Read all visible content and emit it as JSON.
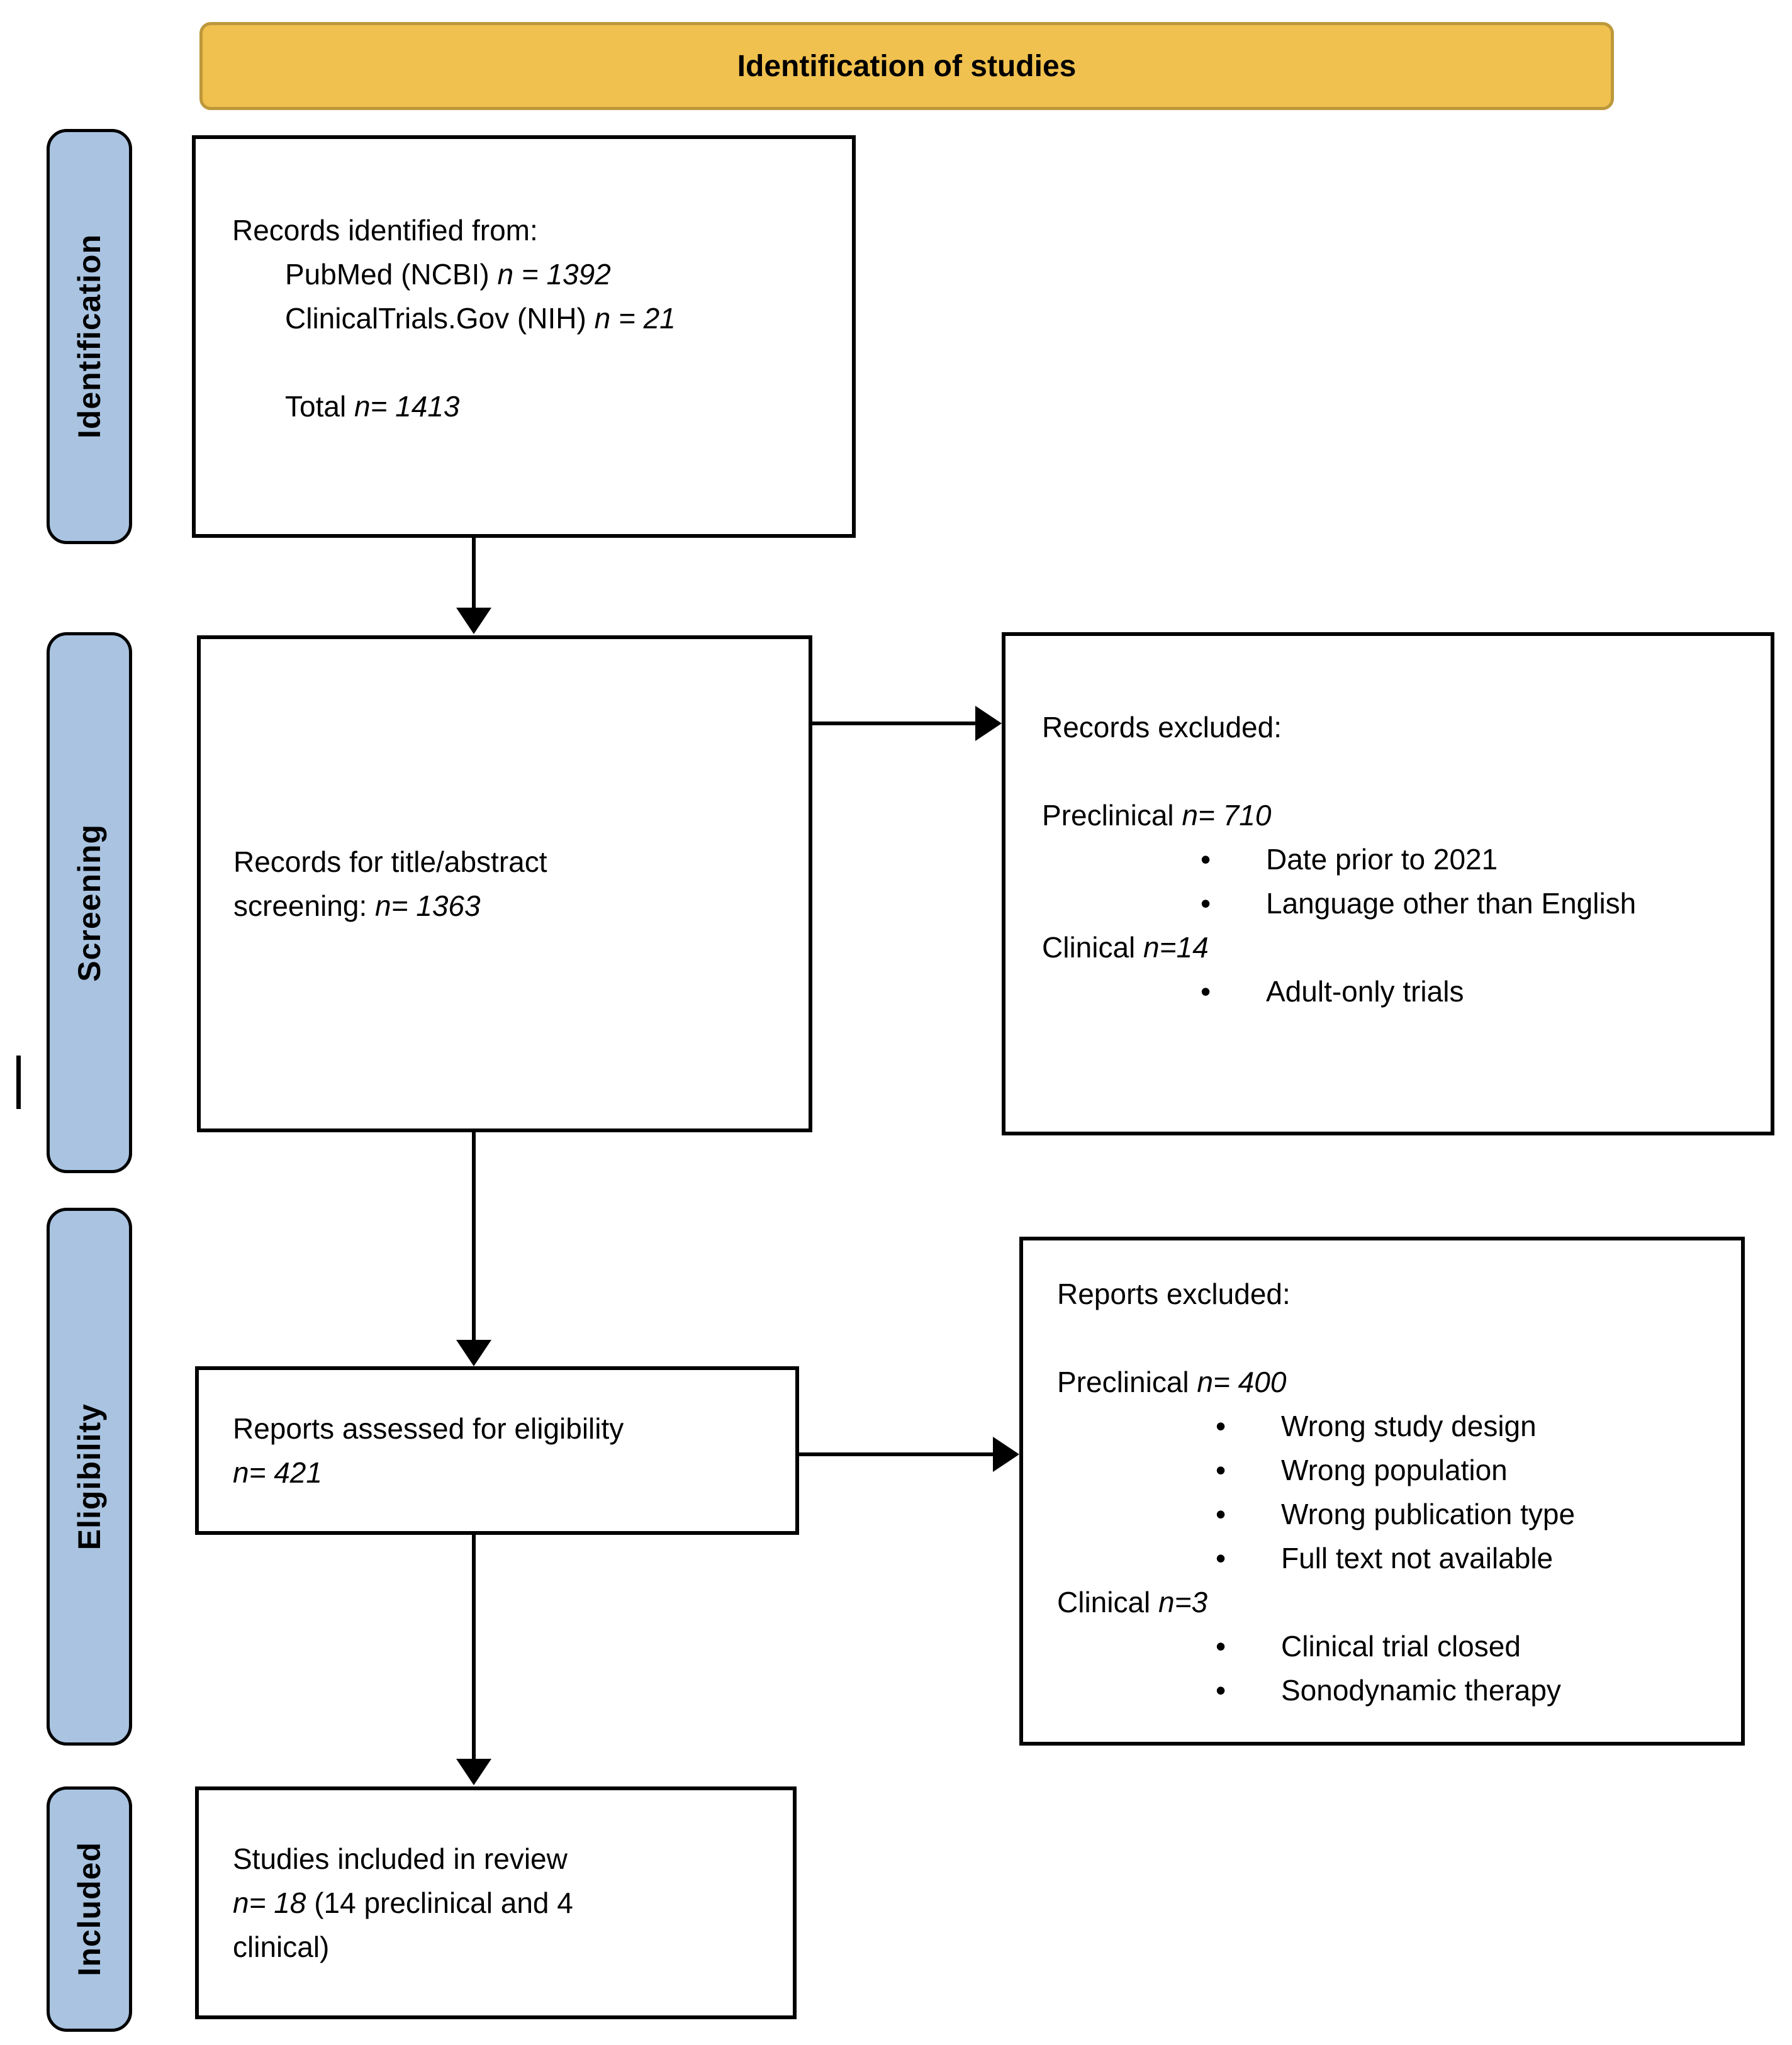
{
  "colors": {
    "header_fill": "#F0C14E",
    "header_border": "#BD983B",
    "stage_fill": "#A9C3E1",
    "line_color": "#000000"
  },
  "header": {
    "title": "Identification of studies"
  },
  "stages": [
    {
      "label": "Identification"
    },
    {
      "label": "Screening"
    },
    {
      "label": "Eligibility"
    },
    {
      "label": "Included"
    }
  ],
  "boxes": {
    "records_identified": {
      "lines": [
        {
          "segments": [
            {
              "text": "Records identified from:"
            }
          ]
        },
        {
          "indent": true,
          "segments": [
            {
              "text": "PubMed (NCBI) "
            },
            {
              "text": "n = 1392",
              "italic": true
            }
          ]
        },
        {
          "indent": true,
          "segments": [
            {
              "text": "ClinicalTrials.Gov (NIH) "
            },
            {
              "text": "n = 21",
              "italic": true
            }
          ]
        },
        {
          "blank": true
        },
        {
          "indent": true,
          "segments": [
            {
              "text": "Total "
            },
            {
              "text": "n= 1413",
              "italic": true
            }
          ]
        }
      ]
    },
    "title_abstract_screening": {
      "lines": [
        {
          "segments": [
            {
              "text": "Records for title/abstract"
            }
          ]
        },
        {
          "segments": [
            {
              "text": "screening: "
            },
            {
              "text": "n= 1363",
              "italic": true
            }
          ]
        }
      ]
    },
    "records_excluded": {
      "lines": [
        {
          "segments": [
            {
              "text": "Records excluded:"
            }
          ]
        },
        {
          "blank": true
        },
        {
          "segments": [
            {
              "text": "Preclinical "
            },
            {
              "text": "n= 710",
              "italic": true
            }
          ]
        },
        {
          "bullet": true,
          "segments": [
            {
              "text": "Date prior to 2021"
            }
          ]
        },
        {
          "bullet": true,
          "segments": [
            {
              "text": "Language other than English"
            }
          ]
        },
        {
          "segments": [
            {
              "text": "Clinical "
            },
            {
              "text": "n=14",
              "italic": true
            }
          ]
        },
        {
          "bullet": true,
          "segments": [
            {
              "text": "Adult-only trials"
            }
          ]
        }
      ]
    },
    "reports_assessed": {
      "lines": [
        {
          "segments": [
            {
              "text": "Reports assessed for eligibility"
            }
          ]
        },
        {
          "segments": [
            {
              "text": "n= 421",
              "italic": true
            }
          ]
        }
      ]
    },
    "reports_excluded": {
      "lines": [
        {
          "segments": [
            {
              "text": "Reports excluded:"
            }
          ]
        },
        {
          "blank": true
        },
        {
          "segments": [
            {
              "text": "Preclinical "
            },
            {
              "text": "n= 400",
              "italic": true
            }
          ]
        },
        {
          "bullet": true,
          "segments": [
            {
              "text": "Wrong study design"
            }
          ]
        },
        {
          "bullet": true,
          "segments": [
            {
              "text": "Wrong population"
            }
          ]
        },
        {
          "bullet": true,
          "segments": [
            {
              "text": "Wrong publication type"
            }
          ]
        },
        {
          "bullet": true,
          "segments": [
            {
              "text": "Full text not available"
            }
          ]
        },
        {
          "segments": [
            {
              "text": "Clinical "
            },
            {
              "text": "n=3",
              "italic": true
            }
          ]
        },
        {
          "bullet": true,
          "segments": [
            {
              "text": "Clinical trial closed"
            }
          ]
        },
        {
          "bullet": true,
          "segments": [
            {
              "text": "Sonodynamic therapy"
            }
          ]
        }
      ]
    },
    "studies_included": {
      "lines": [
        {
          "segments": [
            {
              "text": "Studies included in review"
            }
          ]
        },
        {
          "segments": [
            {
              "text": "n= 18 ",
              "italic": true
            },
            {
              "text": "(14 preclinical and 4"
            }
          ]
        },
        {
          "segments": [
            {
              "text": "clinical)"
            }
          ]
        }
      ]
    }
  }
}
